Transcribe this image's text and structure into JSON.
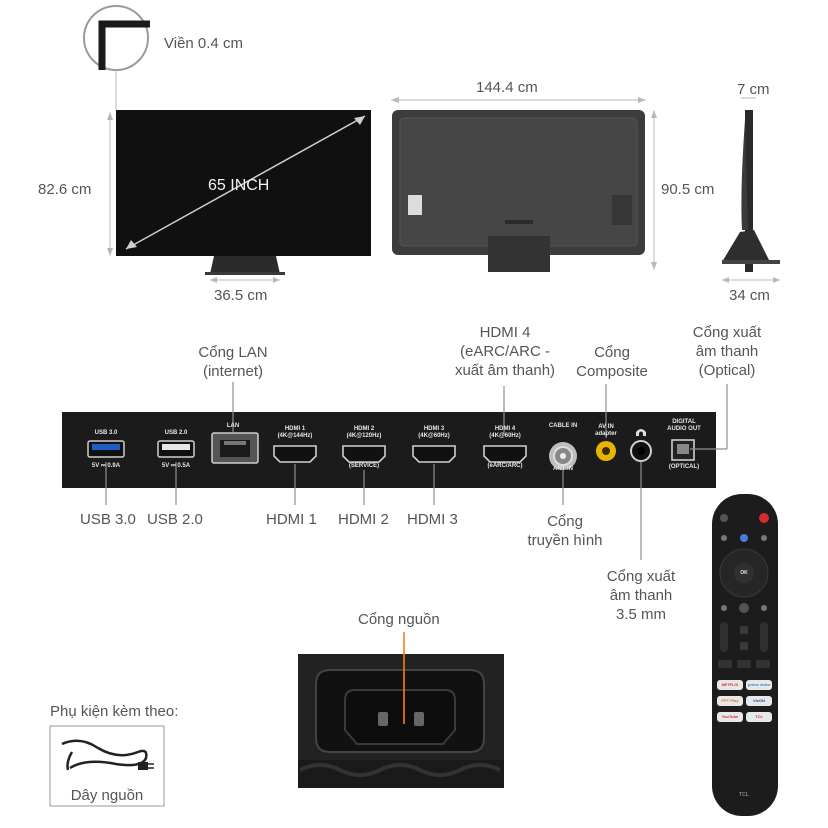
{
  "dimensions": {
    "bezel": "Viền 0.4 cm",
    "screen_size": "65 INCH",
    "height_with_stand": "82.6 cm",
    "stand_width": "36.5 cm",
    "width": "144.4 cm",
    "height": "90.5 cm",
    "depth_top": "7 cm",
    "depth_stand": "34 cm"
  },
  "ports": {
    "lan": [
      "Cổng LAN",
      "(internet)"
    ],
    "hdmi4": [
      "HDMI 4",
      "(eARC/ARC -",
      "xuất âm thanh)"
    ],
    "composite": [
      "Cổng",
      "Composite"
    ],
    "optical": [
      "Cổng xuất",
      "âm thanh",
      "(Optical)"
    ],
    "usb3": "USB 3.0",
    "usb2": "USB 2.0",
    "hdmi1": "HDMI 1",
    "hdmi2": "HDMI 2",
    "hdmi3": "HDMI 3",
    "antenna": [
      "Cổng",
      "truyền hình"
    ],
    "audio35": [
      "Cổng xuất",
      "âm thanh",
      "3.5 mm"
    ]
  },
  "panel_labels": {
    "usb3_title": "USB 3.0",
    "usb3_spec": "5V ⎓ 0.9A",
    "usb2_title": "USB 2.0",
    "usb2_spec": "5V ⎓ 0.5A",
    "lan": "LAN",
    "hdmi1": [
      "HDMI 1",
      "(4K@144Hz)"
    ],
    "hdmi2": [
      "HDMI 2",
      "(4K@120Hz)",
      "(SERVICE)"
    ],
    "hdmi3": [
      "HDMI 3",
      "(4K@60Hz)"
    ],
    "hdmi4": [
      "HDMI 4",
      "(4K@60Hz)",
      "(eARC/ARC)"
    ],
    "cable_in": "CABLE IN",
    "ant_in": "ANT IN",
    "av_in": [
      "AV IN",
      "adapter"
    ],
    "digital_out": [
      "DIGITAL",
      "AUDIO OUT"
    ],
    "optical": "(OPTICAL)"
  },
  "power": {
    "label": "Cổng nguồn"
  },
  "accessories": {
    "title": "Phụ kiện kèm theo:",
    "power_cord": "Dây nguồn"
  },
  "remote": {
    "ok": "OK",
    "brand": "TCL",
    "apps": [
      "NETFLIX",
      "prime video",
      "FPT Play",
      "VieON",
      "YouTube",
      "TCL"
    ]
  },
  "colors": {
    "panel_dark": "#1b1b1b",
    "label_text": "#555555",
    "usb3_blue": "#1f5fc4",
    "composite_yellow": "#e8b400",
    "remote_red": "#d62b2b"
  }
}
